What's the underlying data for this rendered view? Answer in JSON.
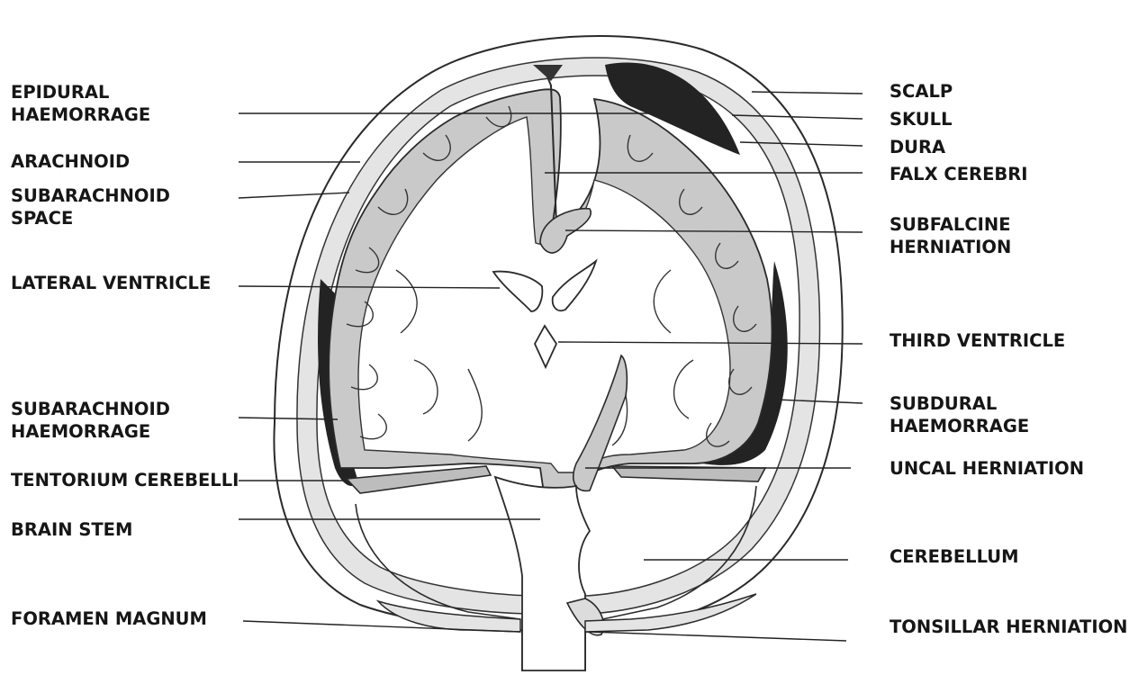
{
  "labels": {
    "left": {
      "epidural": "EPIDURAL\nHAEMORRAGE",
      "arachnoid": "ARACHNOID",
      "subarachnoid_space": "SUBARACHNOID\nSPACE",
      "lateral_ventricle": "LATERAL VENTRICLE",
      "subarachnoid_haemorrage": "SUBARACHNOID\nHAEMORRAGE",
      "tentorium": "TENTORIUM CEREBELLI",
      "brain_stem": "BRAIN STEM",
      "foramen_magnum": "FORAMEN MAGNUM"
    },
    "right": {
      "scalp": "SCALP",
      "skull": "SKULL",
      "dura": "DURA",
      "falx": "FALX CEREBRI",
      "subfalcine": "SUBFALCINE\nHERNIATION",
      "third_ventricle": "THIRD VENTRICLE",
      "subdural": "SUBDURAL\nHAEMORRAGE",
      "uncal": "UNCAL HERNIATION",
      "cerebellum": "CEREBELLUM",
      "tonsillar": "TONSILLAR HERNIATION"
    }
  },
  "colors": {
    "ink": "#161616",
    "haemorrhage": "#232323",
    "skull_shade": "#e4e4e4",
    "cortex_shade": "#c9c9c9"
  }
}
